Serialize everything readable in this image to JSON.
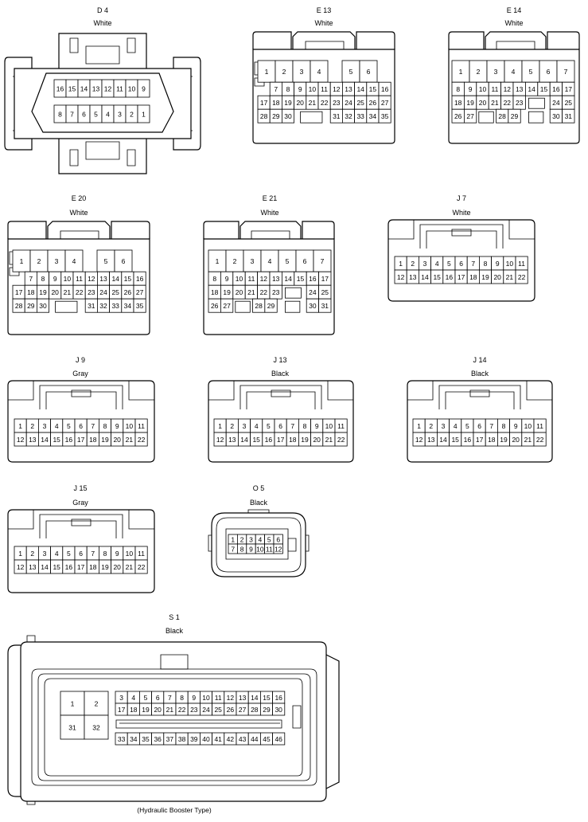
{
  "footnote": "(Hydraulic Booster Type)",
  "connectors": [
    {
      "key": "D4",
      "name": "D 4",
      "color": "White",
      "rows": [
        [
          "16",
          "15",
          "14",
          "13",
          "12",
          "11",
          "10",
          "9"
        ],
        [
          "8",
          "7",
          "6",
          "5",
          "4",
          "3",
          "2",
          "1"
        ]
      ]
    },
    {
      "key": "E13",
      "name": "E 13",
      "color": "White",
      "rows": [
        [
          "1",
          "2",
          "3",
          "4",
          "",
          "5",
          "6"
        ],
        [
          "7",
          "8",
          "9",
          "10",
          "11",
          "12",
          "13",
          "14",
          "15",
          "16"
        ],
        [
          "17",
          "18",
          "19",
          "20",
          "21",
          "22",
          "23",
          "24",
          "25",
          "26",
          "27"
        ],
        [
          "28",
          "29",
          "30",
          "",
          "31",
          "32",
          "33",
          "34",
          "35"
        ]
      ]
    },
    {
      "key": "E14",
      "name": "E 14",
      "color": "White",
      "rows": [
        [
          "1",
          "2",
          "3",
          "4",
          "5",
          "6",
          "7"
        ],
        [
          "8",
          "9",
          "10",
          "11",
          "12",
          "13",
          "14",
          "15",
          "16",
          "17"
        ],
        [
          "18",
          "19",
          "20",
          "21",
          "22",
          "23",
          "",
          "24",
          "25"
        ],
        [
          "26",
          "27",
          "",
          "28",
          "29",
          "",
          "30",
          "31"
        ]
      ]
    },
    {
      "key": "E20",
      "name": "E 20",
      "color": "White",
      "rows": [
        [
          "1",
          "2",
          "3",
          "4",
          "",
          "5",
          "6"
        ],
        [
          "7",
          "8",
          "9",
          "10",
          "11",
          "12",
          "13",
          "14",
          "15",
          "16"
        ],
        [
          "17",
          "18",
          "19",
          "20",
          "21",
          "22",
          "23",
          "24",
          "25",
          "26",
          "27"
        ],
        [
          "28",
          "29",
          "30",
          "",
          "31",
          "32",
          "33",
          "34",
          "35"
        ]
      ]
    },
    {
      "key": "E21",
      "name": "E 21",
      "color": "White",
      "rows": [
        [
          "1",
          "2",
          "3",
          "4",
          "5",
          "6",
          "7"
        ],
        [
          "8",
          "9",
          "10",
          "11",
          "12",
          "13",
          "14",
          "15",
          "16",
          "17"
        ],
        [
          "18",
          "19",
          "20",
          "21",
          "22",
          "23",
          "",
          "24",
          "25"
        ],
        [
          "26",
          "27",
          "",
          "28",
          "29",
          "",
          "30",
          "31"
        ]
      ]
    },
    {
      "key": "J7",
      "name": "J 7",
      "color": "White",
      "rows": [
        [
          "1",
          "2",
          "3",
          "4",
          "5",
          "6",
          "7",
          "8",
          "9",
          "10",
          "11"
        ],
        [
          "12",
          "13",
          "14",
          "15",
          "16",
          "17",
          "18",
          "19",
          "20",
          "21",
          "22"
        ]
      ]
    },
    {
      "key": "J9",
      "name": "J 9",
      "color": "Gray",
      "rows": [
        [
          "1",
          "2",
          "3",
          "4",
          "5",
          "6",
          "7",
          "8",
          "9",
          "10",
          "11"
        ],
        [
          "12",
          "13",
          "14",
          "15",
          "16",
          "17",
          "18",
          "19",
          "20",
          "21",
          "22"
        ]
      ]
    },
    {
      "key": "J13",
      "name": "J 13",
      "color": "Black",
      "rows": [
        [
          "1",
          "2",
          "3",
          "4",
          "5",
          "6",
          "7",
          "8",
          "9",
          "10",
          "11"
        ],
        [
          "12",
          "13",
          "14",
          "15",
          "16",
          "17",
          "18",
          "19",
          "20",
          "21",
          "22"
        ]
      ]
    },
    {
      "key": "J14",
      "name": "J 14",
      "color": "Black",
      "rows": [
        [
          "1",
          "2",
          "3",
          "4",
          "5",
          "6",
          "7",
          "8",
          "9",
          "10",
          "11"
        ],
        [
          "12",
          "13",
          "14",
          "15",
          "16",
          "17",
          "18",
          "19",
          "20",
          "21",
          "22"
        ]
      ]
    },
    {
      "key": "J15",
      "name": "J 15",
      "color": "Gray",
      "rows": [
        [
          "1",
          "2",
          "3",
          "4",
          "5",
          "6",
          "7",
          "8",
          "9",
          "10",
          "11"
        ],
        [
          "12",
          "13",
          "14",
          "15",
          "16",
          "17",
          "18",
          "19",
          "20",
          "21",
          "22"
        ]
      ]
    },
    {
      "key": "O5",
      "name": "O 5",
      "color": "Black",
      "rows": [
        [
          "1",
          "2",
          "3",
          "4",
          "5",
          "6"
        ],
        [
          "7",
          "8",
          "9",
          "10",
          "11",
          "12"
        ]
      ]
    },
    {
      "key": "S1",
      "name": "S 1",
      "color": "Black",
      "big": [
        "1",
        "2",
        "31",
        "32"
      ],
      "rows": [
        [
          "3",
          "4",
          "5",
          "6",
          "7",
          "8",
          "9",
          "10",
          "11",
          "12",
          "13",
          "14",
          "15",
          "16"
        ],
        [
          "17",
          "18",
          "19",
          "20",
          "21",
          "22",
          "23",
          "24",
          "25",
          "26",
          "27",
          "28",
          "29",
          "30"
        ],
        [
          "33",
          "34",
          "35",
          "36",
          "37",
          "38",
          "39",
          "40",
          "41",
          "42",
          "43",
          "44",
          "45",
          "46"
        ]
      ]
    }
  ]
}
